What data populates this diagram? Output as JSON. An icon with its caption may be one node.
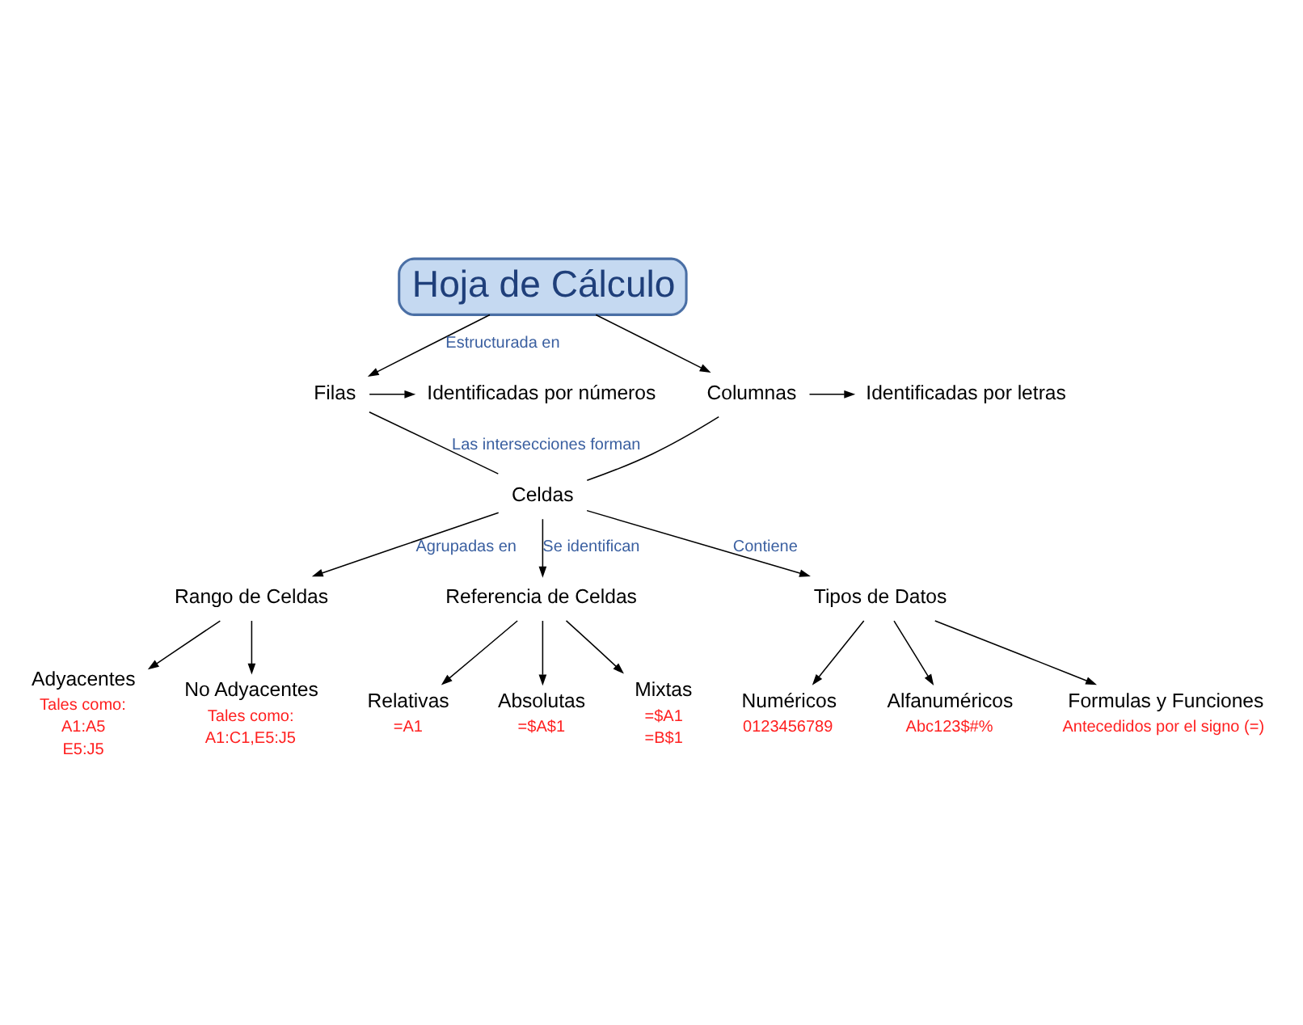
{
  "diagram": {
    "nodes": [
      {
        "text": [
          "Hoja de Cálculo"
        ]
      },
      {
        "text": [
          "Filas"
        ]
      },
      {
        "text": [
          "Columnas"
        ]
      },
      {
        "text": [
          "Identificadas por números"
        ]
      },
      {
        "text": [
          "Identificadas por letras"
        ]
      },
      {
        "text": [
          "Celdas"
        ]
      },
      {
        "text": [
          "Rango de Celdas"
        ]
      },
      {
        "text": [
          "Referencia de Celdas"
        ]
      },
      {
        "text": [
          "Tipos de Datos"
        ]
      },
      {
        "text": [
          "Adyacentes"
        ],
        "beside": [
          "Tales como:",
          "A1:A5",
          "E5:J5"
        ]
      },
      {
        "text": [
          "No Adyacentes"
        ],
        "beside": [
          "Tales como:",
          "A1:C1,E5:J5"
        ]
      },
      {
        "text": [
          "Relativas"
        ],
        "beside": [
          "=A1"
        ]
      },
      {
        "text": [
          "Absolutas"
        ],
        "beside": [
          "=$A$1"
        ]
      },
      {
        "text": [
          "Mixtas"
        ],
        "beside": [
          "=$A1",
          "=B$1"
        ]
      },
      {
        "text": [
          "Numéricos"
        ],
        "beside": [
          "0123456789"
        ]
      },
      {
        "text": [
          "Alfanuméricos"
        ],
        "beside": [
          "Abc123$#%"
        ]
      },
      {
        "text": [
          "Formulas y Funciones"
        ],
        "beside": [
          "Antecedidos por el signo (=)"
        ]
      }
    ],
    "edges": [
      {
        "from": 0,
        "to": 1,
        "arrow": "to",
        "label": "Estructurada en"
      },
      {
        "from": 0,
        "to": 2,
        "arrow": "to"
      },
      {
        "from": 1,
        "to": 3,
        "arrow": "to"
      },
      {
        "from": 2,
        "to": 4,
        "arrow": "to"
      },
      {
        "from": 1,
        "to": 5,
        "arrow": "none",
        "label": "Las intersecciones forman"
      },
      {
        "from": 2,
        "to": 5,
        "arrow": "none"
      },
      {
        "from": 5,
        "to": 6,
        "arrow": "to",
        "label": "Agrupadas en"
      },
      {
        "from": 5,
        "to": 7,
        "arrow": "to",
        "label": "Se identifican"
      },
      {
        "from": 5,
        "to": 8,
        "arrow": "to",
        "label": "Contiene"
      },
      {
        "from": 6,
        "to": 9,
        "arrow": "to"
      },
      {
        "from": 6,
        "to": 10,
        "arrow": "to"
      },
      {
        "from": 7,
        "to": 11,
        "arrow": "to"
      },
      {
        "from": 7,
        "to": 12,
        "arrow": "to"
      },
      {
        "from": 7,
        "to": 13,
        "arrow": "to"
      },
      {
        "from": 8,
        "to": 14,
        "arrow": "to"
      },
      {
        "from": 8,
        "to": 15,
        "arrow": "to"
      },
      {
        "from": 8,
        "to": 16,
        "arrow": "to"
      }
    ]
  }
}
